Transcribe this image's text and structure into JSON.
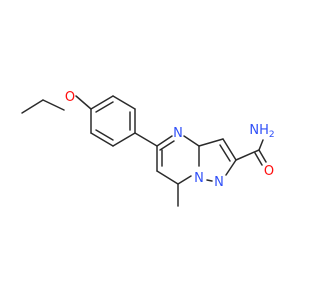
{
  "molecule": {
    "atoms": [
      {
        "id": "o_ether",
        "label": "O",
        "color": "#ff0d0d"
      },
      {
        "id": "n_ring",
        "label": "N",
        "color": "#3050f8"
      },
      {
        "id": "n_bridge",
        "label": "N",
        "color": "#3050f8"
      },
      {
        "id": "n_pyrazole",
        "label": "N",
        "color": "#3050f8"
      },
      {
        "id": "nh2",
        "label": "NH",
        "sub": "2",
        "color": "#3050f8"
      },
      {
        "id": "o_carbonyl",
        "label": "O",
        "color": "#ff0d0d"
      }
    ],
    "bond_color": "#2b2b2b"
  }
}
